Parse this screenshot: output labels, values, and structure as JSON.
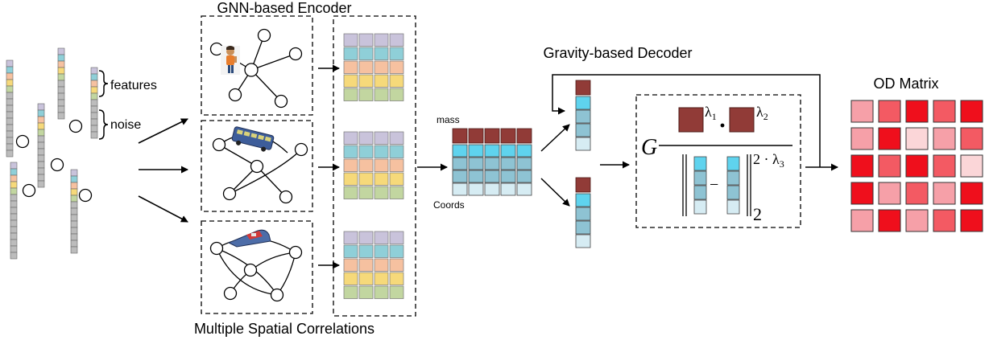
{
  "labels": {
    "encoder_title": "GNN-based Encoder",
    "correlations_caption": "Multiple Spatial Correlations",
    "decoder_title": "Gravity-based Decoder",
    "od_title": "OD Matrix",
    "features": "features",
    "noise": "noise",
    "mass": "mass",
    "coords": "Coords"
  },
  "formula": {
    "g": "G",
    "lambda1": "λ",
    "lambda1_sub": "1",
    "lambda2": "λ",
    "lambda2_sub": "2",
    "exp_prefix": "2 · λ",
    "exp_sub": "3",
    "norm_sub": "2",
    "minus": "−"
  },
  "colors": {
    "lavender": "#c9c3db",
    "teal": "#8fcfd8",
    "peach": "#f6c1a0",
    "yellow": "#f6d97a",
    "green": "#c2d6a0",
    "gray": "#bcbcbc",
    "mass": "#913b37",
    "cyan": "#5fd3ee",
    "blue_gray": "#8ec3d3",
    "light_blue": "#d6ecf3",
    "od_dark": "#ef0f1c",
    "od_mid": "#f35a63",
    "od_light": "#f6a0a8",
    "od_pale": "#fbd6d8"
  },
  "od_matrix": [
    [
      "light",
      "mid",
      "dark",
      "mid",
      "dark"
    ],
    [
      "light",
      "dark",
      "pale",
      "light",
      "mid"
    ],
    [
      "dark",
      "mid",
      "dark",
      "mid",
      "pale"
    ],
    [
      "dark",
      "light",
      "mid",
      "light",
      "dark"
    ],
    [
      "light",
      "dark",
      "light",
      "mid",
      "dark"
    ]
  ]
}
